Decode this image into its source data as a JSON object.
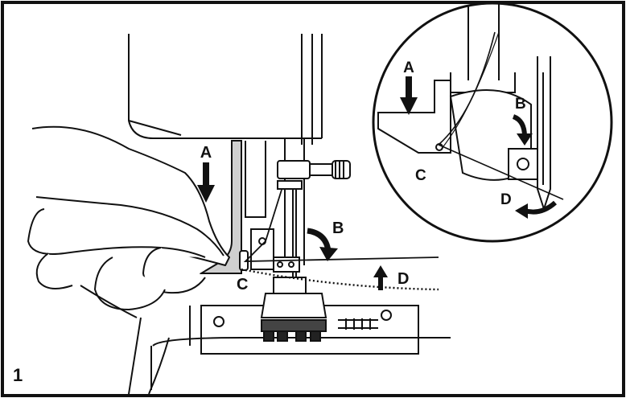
{
  "figure": {
    "number": "1"
  },
  "labels": {
    "main": {
      "a": "A",
      "b": "B",
      "c": "C",
      "d": "D"
    },
    "inset": {
      "a": "A",
      "b": "B",
      "c": "C",
      "d": "D"
    }
  },
  "colors": {
    "line": "#111111",
    "background": "#ffffff",
    "shade": "#cfcfcf",
    "darkShade": "#444444"
  }
}
